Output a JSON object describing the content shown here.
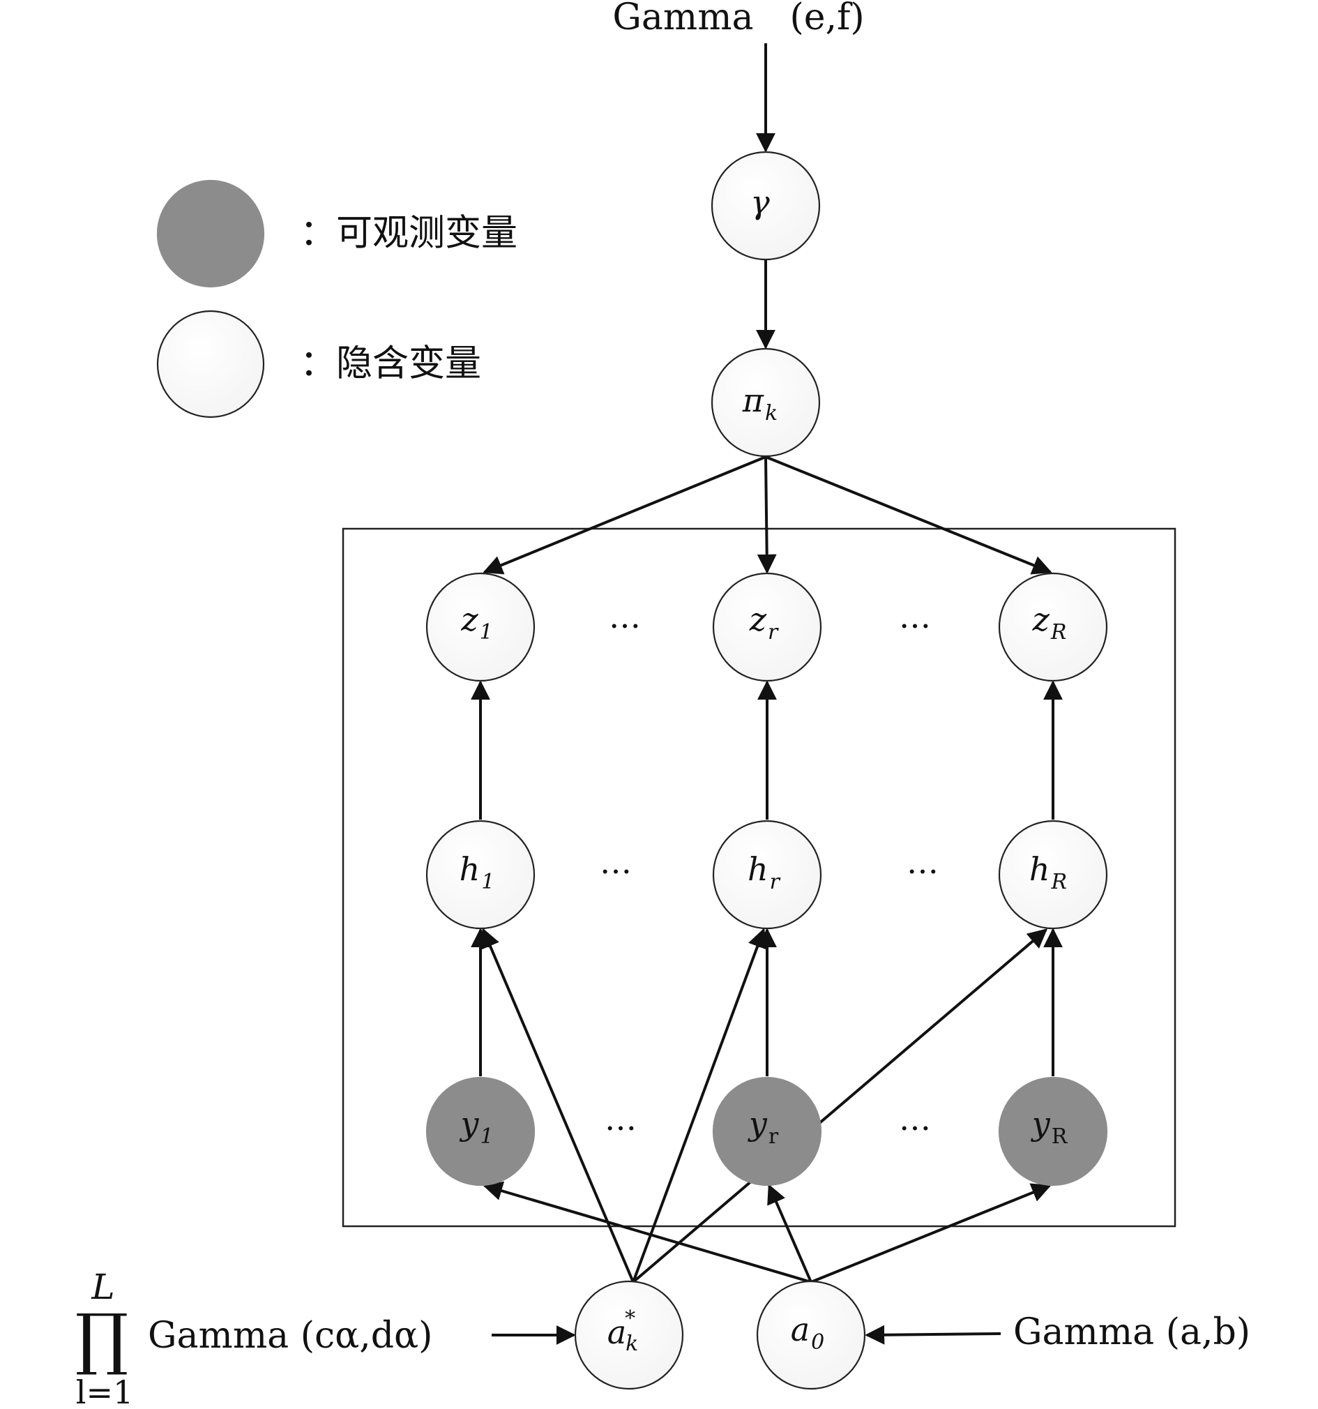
{
  "legend": {
    "observed_label": "：可观测变量",
    "latent_label": "：隐含变量",
    "observed_color": "#8c8c8c",
    "latent_color": "#ffffff"
  },
  "priors": {
    "top": "Gamma　(e,f)",
    "left_product_upper": "L",
    "left_product_symbol": "∏",
    "left_product_lower": "l=1",
    "left": "Gamma (cα,dα)",
    "right": "Gamma (a,b)"
  },
  "nodes": {
    "gamma": {
      "base": "γ",
      "sub": ""
    },
    "pi_k": {
      "base": "π",
      "sub": "k"
    },
    "z_1": {
      "base": "z",
      "sub": "1"
    },
    "z_r": {
      "base": "z",
      "sub": "r"
    },
    "z_R": {
      "base": "z",
      "sub": "R"
    },
    "h_1": {
      "base": "h",
      "sub": "1"
    },
    "h_r": {
      "base": "h",
      "sub": "r"
    },
    "h_R": {
      "base": "h",
      "sub": "R"
    },
    "y_1": {
      "base": "y",
      "sub": "1"
    },
    "y_r": {
      "base": "y",
      "sub": "r"
    },
    "y_R": {
      "base": "y",
      "sub": "R"
    },
    "a_k_star": {
      "base": "a",
      "sub": "k",
      "sup": "*"
    },
    "a_0": {
      "base": "a",
      "sub": "0"
    }
  },
  "ellipsis": "…"
}
